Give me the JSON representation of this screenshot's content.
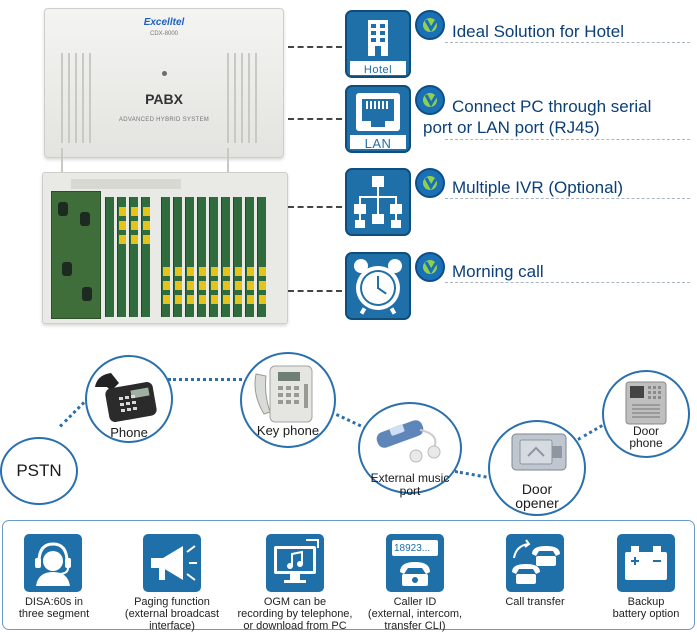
{
  "pabx": {
    "brand": "Excelltel",
    "model": "CDX-8000",
    "title": "PABX",
    "subtitle": "ADVANCED HYBRID SYSTEM"
  },
  "features": [
    {
      "caption": "Hotel",
      "icon": "hotel-building-icon",
      "label": "Ideal Solution for Hotel"
    },
    {
      "caption": "LAN",
      "icon": "rj45-port-icon",
      "label_line1": "Connect PC through serial",
      "label_line2": "port or LAN port (RJ45)"
    },
    {
      "icon": "ivr-tree-icon",
      "label": "Multiple IVR (Optional)"
    },
    {
      "icon": "alarm-clock-icon",
      "label": "Morning call"
    }
  ],
  "devices": {
    "pstn": "PSTN",
    "phone": "Phone",
    "key_phone": "Key phone",
    "music_line1": "External music",
    "music_line2": "port",
    "door_opener_line1": "Door",
    "door_opener_line2": "opener",
    "door_phone_line1": "Door",
    "door_phone_line2": "phone"
  },
  "functions": [
    {
      "icon": "operator-headset-icon",
      "line1": "DISA:60s in",
      "line2": "three segment",
      "line3": ""
    },
    {
      "icon": "megaphone-icon",
      "line1": "Paging function",
      "line2": "(external broadcast",
      "line3": "interface)"
    },
    {
      "icon": "monitor-music-icon",
      "line1": "OGM can be",
      "line2": "recording by telephone,",
      "line3": "or download from PC"
    },
    {
      "icon": "caller-id-phone-icon",
      "screen": "18923...",
      "line1": "Caller ID",
      "line2": "(external, intercom,",
      "line3": "transfer CLI)"
    },
    {
      "icon": "call-transfer-icon",
      "line1": "Call transfer",
      "line2": "",
      "line3": ""
    },
    {
      "icon": "battery-icon",
      "line1": "Backup",
      "line2": "battery option",
      "line3": ""
    }
  ],
  "colors": {
    "accent": "#1f6fa8",
    "label_blue": "#0b3f78",
    "check_green": "#8fd14f"
  }
}
